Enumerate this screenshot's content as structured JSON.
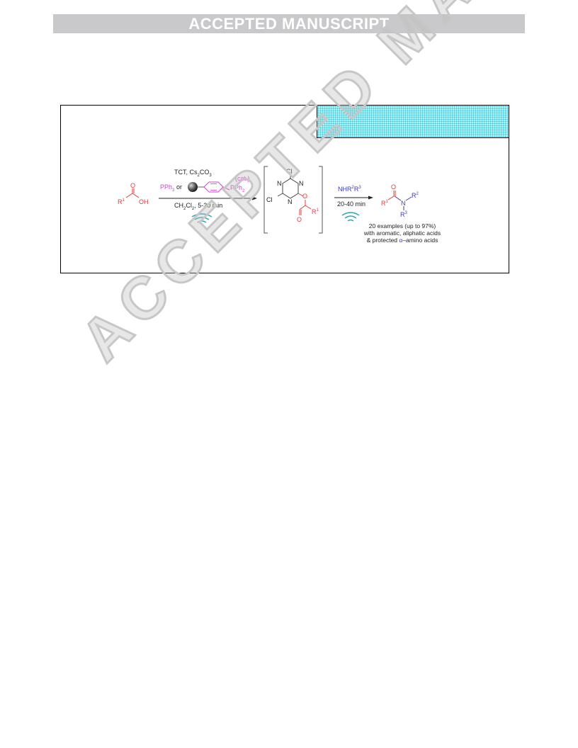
{
  "banner": {
    "text": "ACCEPTED MANUSCRIPT"
  },
  "watermark": {
    "text": "ACCEPTED MANUSCRIPT"
  },
  "scheme": {
    "acid": {
      "r": "R",
      "r_sup": "1",
      "oh": "OH",
      "o": "O"
    },
    "step1": {
      "tct": "TCT, Cs",
      "tct_sub": "2",
      "tct_co": "CO",
      "tct_sub2": "3",
      "pph3": "PPh",
      "pph3_sub": "3",
      "or": " or ",
      "cat": "(cat.)",
      "pph2": "PPh",
      "pph2_sub": "2",
      "solvent": "CH",
      "solvent_sub1": "2",
      "solvent_cl": "Cl",
      "solvent_sub2": "2",
      "solvent_time": ", 5-30 min"
    },
    "intermediate": {
      "cl_top": "Cl",
      "cl_left": "Cl",
      "n1": "N",
      "n2": "N",
      "n3": "N",
      "o1": "O",
      "o2": "O",
      "r": "R",
      "r_sup": "1"
    },
    "step2": {
      "amine": "NHR",
      "amine_sup1": "2",
      "amine_r": "R",
      "amine_sup2": "3",
      "time": "20-40 min"
    },
    "product": {
      "r": "R",
      "r_sup": "1",
      "o": "O",
      "n": "N",
      "r2": "R",
      "r2_sup": "2",
      "r3": "R",
      "r3_sup": "3"
    },
    "summary": {
      "line1": "20 examples (up to 97%)",
      "line2": "with aromatic, aliphatic acids",
      "line3_pre": "& protected ",
      "line3_alpha": "α",
      "line3_post": "–amino acids"
    }
  },
  "colors": {
    "red": "#e03c3c",
    "magenta": "#d33fd0",
    "blue": "#3a3ab8",
    "teal": "#2aa6b3",
    "banner_gray": "#c9c9cb",
    "dotted_cyan": "#aef4f8"
  }
}
